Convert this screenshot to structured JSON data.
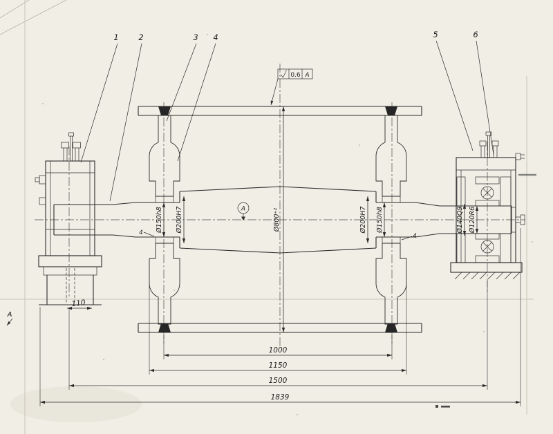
{
  "sheet": {
    "callouts": {
      "c1": "1",
      "c2": "2",
      "c3": "3",
      "c4": "4",
      "c5": "5",
      "c6": "6"
    },
    "surface_finish": {
      "symbol": "roughness-check-icon",
      "value": "0.6",
      "datum_ref": "A"
    },
    "datum": {
      "label": "A"
    },
    "view_arrow": {
      "label": "A"
    },
    "notes": {
      "left_lock": "4",
      "right_lock": "4"
    },
    "dims": {
      "shaft_seat_left": "Ø150h8",
      "hub_bore_left": "Ø200H7",
      "drum_od": "Ø800⁺²",
      "hub_bore_right": "Ø200H7",
      "shaft_seat_right": "Ø150h8",
      "bearing_outer": "Ø140Q9",
      "bearing_seat": "Ø120R6",
      "disc_spacing": "1000",
      "hub_span": "1150",
      "bearing_span": "1500",
      "overall_length": "1839",
      "base_width": "110"
    }
  }
}
